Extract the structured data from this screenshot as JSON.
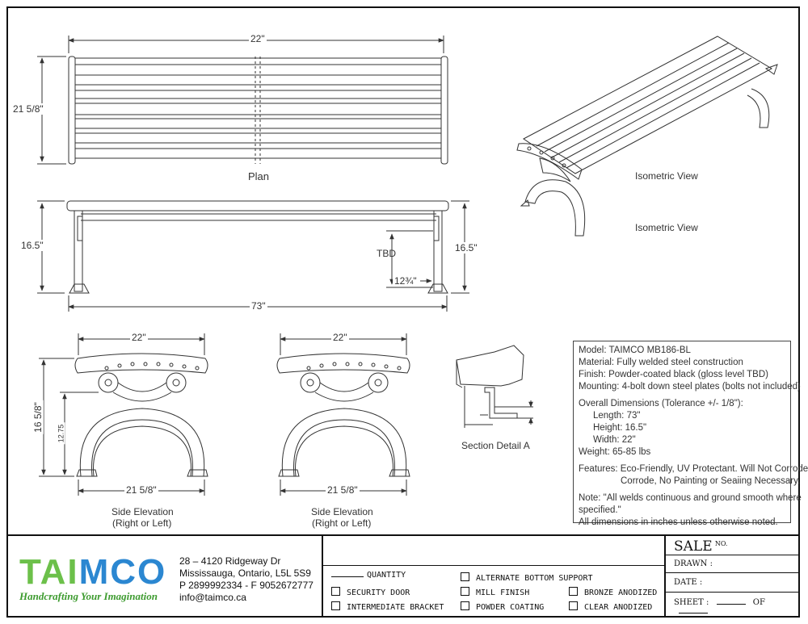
{
  "plan": {
    "label": "Plan",
    "width_dim": "22\"",
    "depth_dim": "21 5/8\""
  },
  "front": {
    "height_dim_left": "16.5\"",
    "height_dim_right": "16.5\"",
    "length_dim": "73\"",
    "tbd": "TBD",
    "clearance_dim": "12¾\""
  },
  "isometric": {
    "label_1": "Isometric View",
    "label_2": "Isometric View"
  },
  "side_left": {
    "width_dim": "22\"",
    "height_dim": "16 5/8\"",
    "inner_height_dim": "12.75",
    "base_dim": "21 5/8\"",
    "label_line1": "Side Elevation",
    "label_line2": "(Right or Left)"
  },
  "side_right": {
    "width_dim": "22\"",
    "base_dim": "21 5/8\"",
    "label_line1": "Side Elevation",
    "label_line2": "(Right or Left)"
  },
  "section": {
    "label": "Section Detail A"
  },
  "specs": {
    "model": "Model: TAIMCO MB186-BL",
    "material": "Material: Fully welded steel construction",
    "finish": "Finish: Powder-coated black (gloss level TBD)",
    "mounting": "Mounting: 4-bolt down steel plates (bolts not included)",
    "overall": "Overall Dimensions (Tolerance +/- 1/8\"):",
    "length": "Length: 73\"",
    "height": "Height: 16.5\"",
    "width": "Width:  22\"",
    "weight": "Weight: 65-85 lbs",
    "features_1": "Features: Eco-Friendly, UV Protectant. Will Not Corrode,",
    "features_2": "Corrode, No Painting or Seaiing Necessary.",
    "note_1": "Note: \"All welds continuous and ground smooth where",
    "note_2": "specified.\"",
    "note_3": "All dimensions in inches unless otherwise noted."
  },
  "company": {
    "logo_text": "TAIMCO",
    "tagline": "Handcrafting Your Imagination",
    "address_1": "28 – 4120 Ridgeway Dr",
    "address_2": "Mississauga, Ontario, L5L 5S9",
    "phone": "P 2899992334 - F 9052672777",
    "email": "info@taimco.ca",
    "colors": {
      "green": "#6cc04a",
      "blue": "#2b87d1",
      "tag_green": "#3d9b2f"
    }
  },
  "options": {
    "quantity": "QUANTITY",
    "security_door": "SECURITY DOOR",
    "intermediate_bracket": "INTERMEDIATE BRACKET",
    "alternate_bottom_support": "ALTERNATE BOTTOM SUPPORT",
    "mill_finish": "MILL FINISH",
    "powder_coating": "POWDER COATING",
    "bronze_anodized": "BRONZE ANODIZED",
    "clear_anodized": "CLEAR ANODIZED"
  },
  "meta": {
    "sale": "SALE",
    "sale_no": "NO.",
    "drawn": "DRAWN :",
    "date": "DATE :",
    "sheet": "SHEET :",
    "of": "OF"
  }
}
